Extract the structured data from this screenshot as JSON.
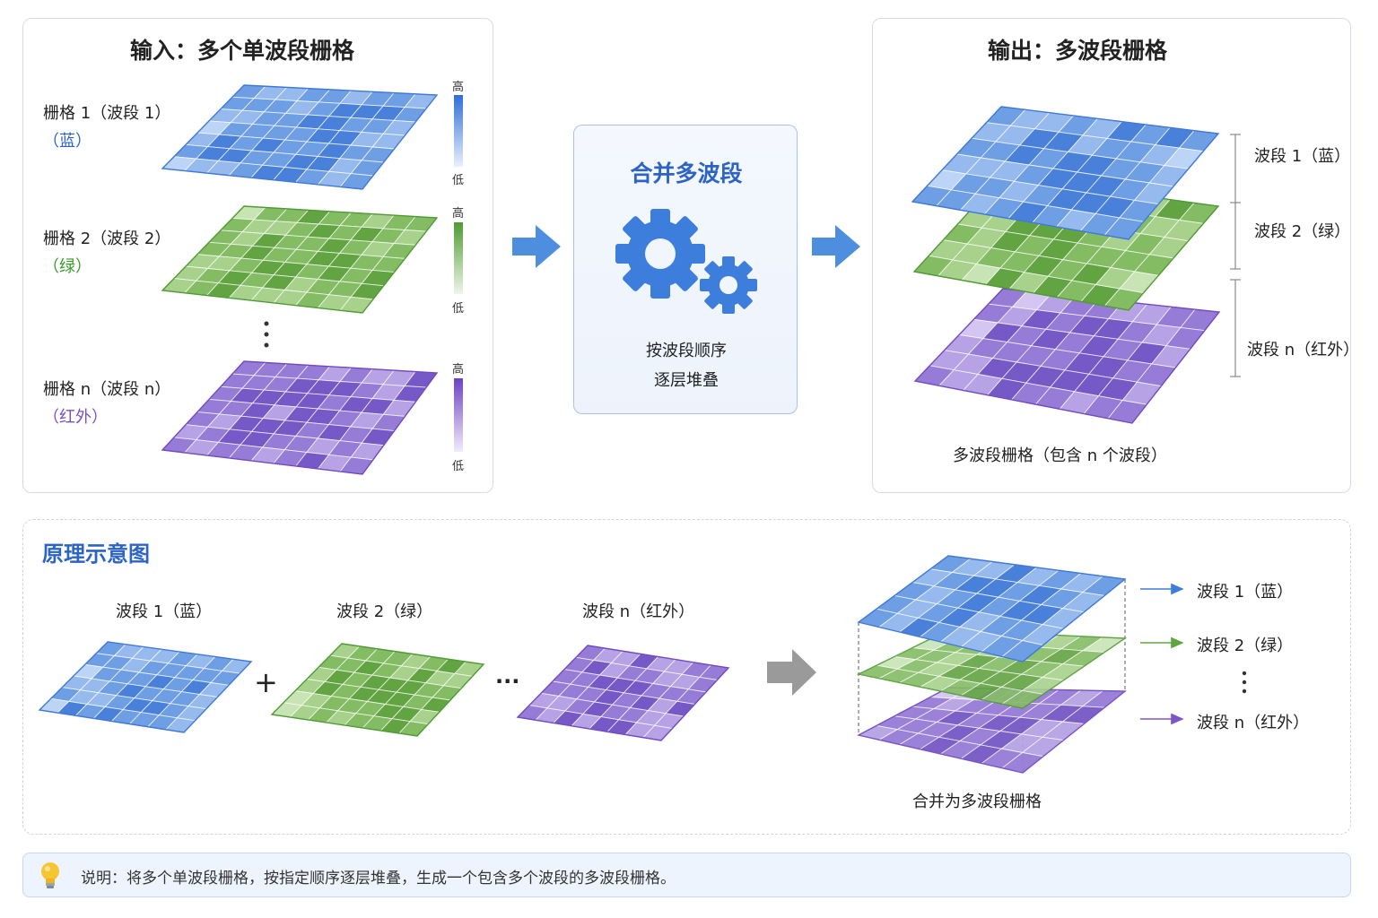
{
  "input_panel": {
    "title": "输入：多个单波段栅格",
    "rasters": [
      {
        "name": "栅格 1（波段 1）",
        "sub": "（蓝）",
        "high": "高",
        "low": "低"
      },
      {
        "name": "栅格 2（波段 2）",
        "sub": "（绿）",
        "high": "高",
        "low": "低"
      },
      {
        "name": "栅格 n（波段 n）",
        "sub": "（红外）",
        "high": "高",
        "low": "低"
      }
    ]
  },
  "merge_box": {
    "title": "合并多波段",
    "desc_line1": "按波段顺序",
    "desc_line2": "逐层堆叠",
    "icon": "gears-icon"
  },
  "output_panel": {
    "title": "输出：多波段栅格",
    "band_labels": [
      "波段 1（蓝）",
      "波段 2（绿）",
      "波段 n（红外）"
    ],
    "caption": "多波段栅格（包含 n 个波段）"
  },
  "principle_panel": {
    "title": "原理示意图",
    "band_labels": [
      "波段 1（蓝）",
      "波段 2（绿）",
      "波段 n（红外）"
    ],
    "plus": "+",
    "ellipsis": "···",
    "stack_labels": [
      "波段 1（蓝）",
      "波段 2（绿）",
      "波段 n（红外）"
    ],
    "caption": "合并为多波段栅格"
  },
  "note": {
    "text": "说明：将多个单波段栅格，按指定顺序逐层堆叠，生成一个包含多个波段的多波段栅格。",
    "icon": "lightbulb-icon"
  },
  "colors": {
    "blue": "#3d7ddb",
    "green": "#5ea640",
    "purple": "#7d55c7",
    "accent": "#2c63c6"
  }
}
